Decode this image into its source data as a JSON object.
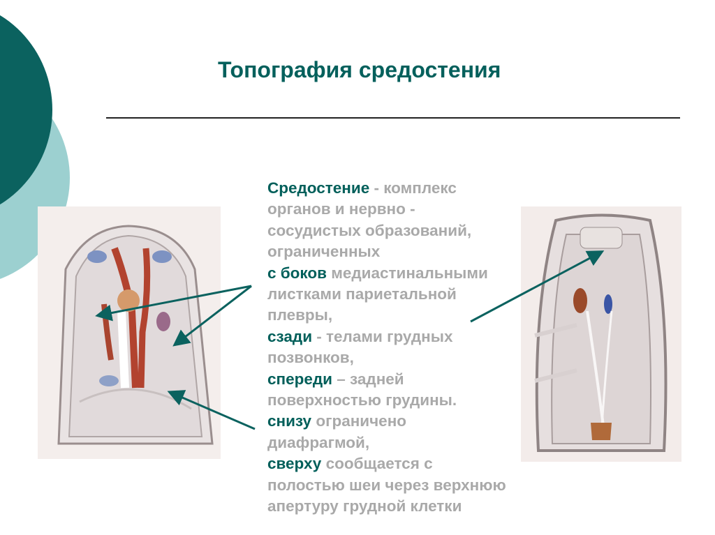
{
  "slide": {
    "title": "Топография средостения",
    "colors": {
      "accent_dark": "#0e6360",
      "accent_light": "#9cd0d0",
      "title_color": "#05605c",
      "highlight_text": "#005f5a",
      "body_text": "#a9a9a9"
    }
  },
  "definition": {
    "lines": [
      {
        "hl": "Средостение",
        "rest": " -  комплекс"
      },
      {
        "hl": "",
        "rest": "органов и нервно -"
      },
      {
        "hl": "",
        "rest": "сосудистых образований,"
      },
      {
        "hl": "",
        "rest": "ограниченных"
      },
      {
        "hl": "с боков",
        "rest": "  медиастинальными"
      },
      {
        "hl": "",
        "rest": "листками париетальной"
      },
      {
        "hl": "",
        "rest": "плевры,"
      },
      {
        "hl": "сзади",
        "rest": " - телами грудных"
      },
      {
        "hl": "",
        "rest": "позвонков,"
      },
      {
        "hl": "спереди",
        "rest": " – задней"
      },
      {
        "hl": "",
        "rest": "поверхностью грудины."
      },
      {
        "hl": "снизу",
        "rest": " ограничено"
      },
      {
        "hl": "",
        "rest": "диафрагмой,"
      },
      {
        "hl": "сверху",
        "rest": " сообщается с"
      },
      {
        "hl": "",
        "rest": "полостью шеи через верхнюю"
      },
      {
        "hl": "",
        "rest": "апертуру грудной клетки"
      }
    ]
  },
  "images": {
    "left": {
      "description": "anatomical-illustration-anterior-mediastinum"
    },
    "right": {
      "description": "anatomical-illustration-posterior-mediastinum"
    }
  }
}
